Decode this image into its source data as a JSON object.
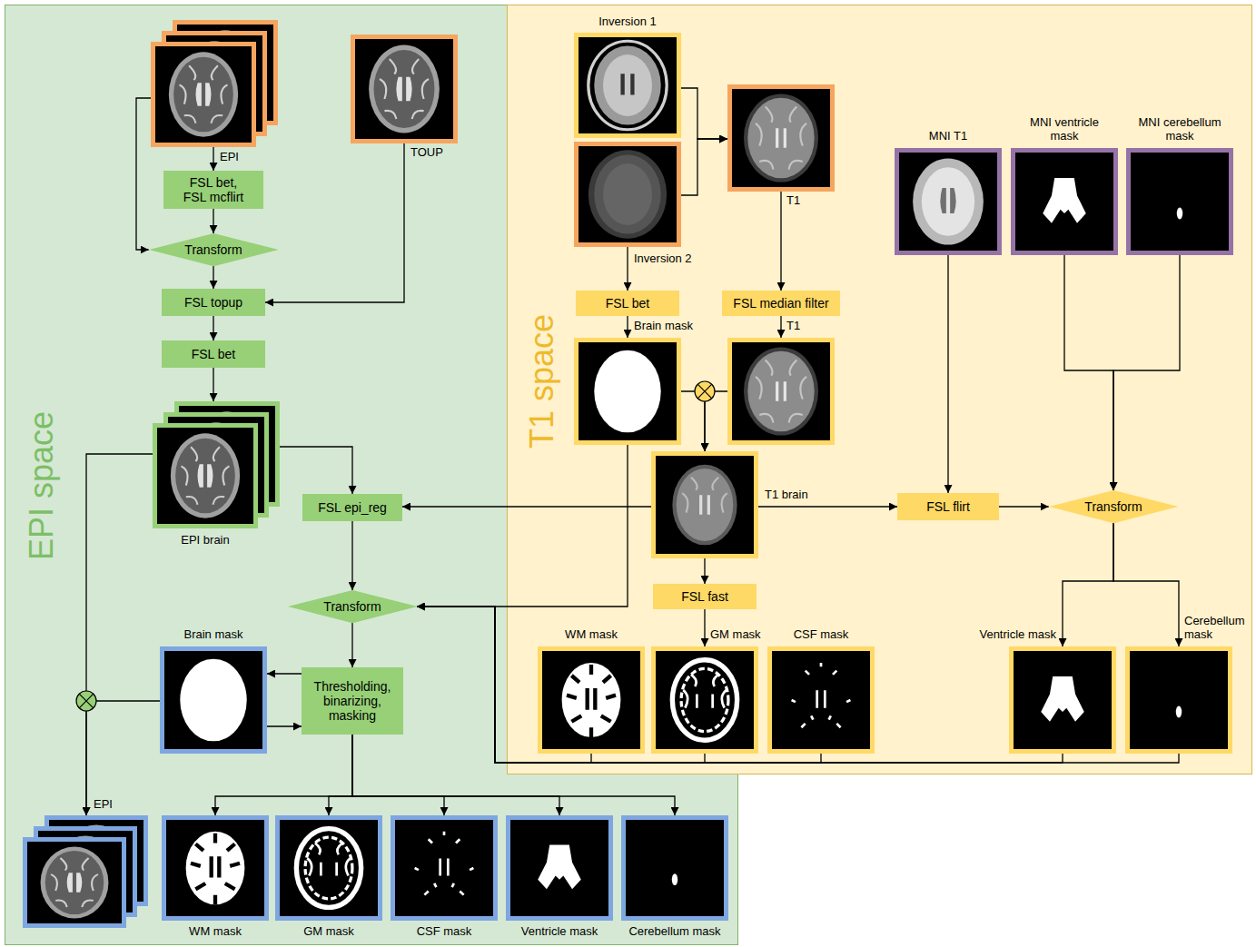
{
  "diagram": {
    "nodes": [
      {
        "text": [
          "EPI space"
        ]
      },
      {
        "text": [
          "EPI"
        ],
        "in": 0
      },
      {
        "text": [
          "TOUP"
        ],
        "in": 0
      },
      {
        "text": [
          "FSL bet, FSL mcflirt"
        ],
        "in": 0
      },
      {
        "text": [
          "Transform"
        ],
        "in": 0
      },
      {
        "text": [
          "FSL topup"
        ],
        "in": 0
      },
      {
        "text": [
          "FSL bet"
        ],
        "in": 0
      },
      {
        "text": [
          "EPI brain"
        ],
        "in": 0
      },
      {
        "text": [
          "FSL epi_reg"
        ],
        "in": 0
      },
      {
        "text": [
          "Transform"
        ],
        "in": 0
      },
      {
        "text": [
          "Brain mask"
        ],
        "in": 0
      },
      {
        "text": [
          "Thresholding, binarizing, masking"
        ],
        "in": 0
      },
      {
        "text": [
          "EPI"
        ],
        "in": 0
      },
      {
        "text": [
          "WM mask"
        ],
        "in": 0
      },
      {
        "text": [
          "GM mask"
        ],
        "in": 0
      },
      {
        "text": [
          "CSF mask"
        ],
        "in": 0
      },
      {
        "text": [
          "Ventricle mask"
        ],
        "in": 0
      },
      {
        "text": [
          "Cerebellum mask"
        ],
        "in": 0
      },
      {
        "text": [
          "T1 space"
        ]
      },
      {
        "text": [
          "Inversion 1"
        ],
        "in": 18
      },
      {
        "text": [
          "Inversion 2"
        ],
        "in": 18
      },
      {
        "text": [
          "T1"
        ],
        "in": 18
      },
      {
        "text": [
          "FSL bet"
        ],
        "in": 18
      },
      {
        "text": [
          "FSL median filter"
        ],
        "in": 18
      },
      {
        "text": [
          "Brain mask"
        ],
        "in": 18
      },
      {
        "text": [
          "T1"
        ],
        "in": 18
      },
      {
        "text": [
          "T1 brain"
        ],
        "in": 18
      },
      {
        "text": [
          "MNI T1"
        ],
        "in": 18
      },
      {
        "text": [
          "MNI ventricle mask"
        ],
        "in": 18
      },
      {
        "text": [
          "MNI cerebellum mask"
        ],
        "in": 18
      },
      {
        "text": [
          "FSL flirt"
        ],
        "in": 18
      },
      {
        "text": [
          "Transform"
        ],
        "in": 18
      },
      {
        "text": [
          "FSL fast"
        ],
        "in": 18
      },
      {
        "text": [
          "WM mask"
        ],
        "in": 18
      },
      {
        "text": [
          "GM mask"
        ],
        "in": 18
      },
      {
        "text": [
          "CSF mask"
        ],
        "in": 18
      },
      {
        "text": [
          "Ventricle mask"
        ],
        "in": 18
      },
      {
        "text": [
          "Cerebellum mask"
        ],
        "in": 18
      }
    ],
    "edges": [
      {
        "from": 1,
        "to": 3,
        "arrow": "to"
      },
      {
        "from": 1,
        "to": 4,
        "arrow": "to"
      },
      {
        "from": 3,
        "to": 4,
        "arrow": "to"
      },
      {
        "from": 4,
        "to": 5,
        "arrow": "to"
      },
      {
        "from": 2,
        "to": 5,
        "arrow": "to"
      },
      {
        "from": 5,
        "to": 6,
        "arrow": "to"
      },
      {
        "from": 6,
        "to": 7,
        "arrow": "to"
      },
      {
        "from": 7,
        "to": 8,
        "arrow": "to"
      },
      {
        "from": 26,
        "to": 8,
        "arrow": "to"
      },
      {
        "from": 8,
        "to": 9,
        "arrow": "to"
      },
      {
        "from": 24,
        "to": 9,
        "arrow": "to"
      },
      {
        "from": 33,
        "to": 9,
        "arrow": "to"
      },
      {
        "from": 34,
        "to": 9,
        "arrow": "to"
      },
      {
        "from": 35,
        "to": 9,
        "arrow": "to"
      },
      {
        "from": 36,
        "to": 9,
        "arrow": "to"
      },
      {
        "from": 37,
        "to": 9,
        "arrow": "to"
      },
      {
        "from": 9,
        "to": 11,
        "arrow": "to"
      },
      {
        "from": 11,
        "to": 10,
        "arrow": "to"
      },
      {
        "from": 10,
        "to": 11,
        "arrow": "to"
      },
      {
        "from": 7,
        "to": 12,
        "arrow": "to"
      },
      {
        "from": 10,
        "to": 12,
        "arrow": "to"
      },
      {
        "from": 11,
        "to": 13,
        "arrow": "to"
      },
      {
        "from": 11,
        "to": 14,
        "arrow": "to"
      },
      {
        "from": 11,
        "to": 15,
        "arrow": "to"
      },
      {
        "from": 11,
        "to": 16,
        "arrow": "to"
      },
      {
        "from": 11,
        "to": 17,
        "arrow": "to"
      },
      {
        "from": 19,
        "to": 21,
        "arrow": "to"
      },
      {
        "from": 20,
        "to": 21,
        "arrow": "to"
      },
      {
        "from": 20,
        "to": 22,
        "arrow": "to"
      },
      {
        "from": 21,
        "to": 23,
        "arrow": "to"
      },
      {
        "from": 22,
        "to": 24,
        "arrow": "to"
      },
      {
        "from": 23,
        "to": 25,
        "arrow": "to"
      },
      {
        "from": 24,
        "to": 26,
        "arrow": "to"
      },
      {
        "from": 25,
        "to": 26,
        "arrow": "to"
      },
      {
        "from": 26,
        "to": 30,
        "arrow": "to"
      },
      {
        "from": 27,
        "to": 30,
        "arrow": "to"
      },
      {
        "from": 28,
        "to": 31,
        "arrow": "to"
      },
      {
        "from": 29,
        "to": 31,
        "arrow": "to"
      },
      {
        "from": 30,
        "to": 31,
        "arrow": "to"
      },
      {
        "from": 26,
        "to": 32,
        "arrow": "to"
      },
      {
        "from": 32,
        "to": 34,
        "arrow": "to"
      },
      {
        "from": 31,
        "to": 36,
        "arrow": "to"
      },
      {
        "from": 31,
        "to": 37,
        "arrow": "to"
      }
    ]
  }
}
